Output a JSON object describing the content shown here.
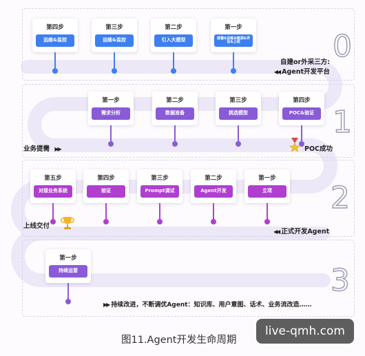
{
  "phase0": {
    "number": "0",
    "cards": [
      {
        "step": "第四步",
        "action": "运维&监控"
      },
      {
        "step": "第三步",
        "action": "运维&监控"
      },
      {
        "step": "第二步",
        "action": "引入大模型"
      },
      {
        "step": "第一步",
        "action": "部署&训练&微调&评估&上线"
      }
    ],
    "milestone_line1": "自建or外采三方:",
    "milestone_line2": "Agent开发平台"
  },
  "phase1": {
    "number": "1",
    "cards": [
      {
        "step": "第一步",
        "action": "需求分析"
      },
      {
        "step": "第二步",
        "action": "数据准备"
      },
      {
        "step": "第三步",
        "action": "挑选模型"
      },
      {
        "step": "第四步",
        "action": "POC&验证"
      }
    ],
    "start_label": "业务提需",
    "milestone": "POC成功"
  },
  "phase2": {
    "number": "2",
    "cards": [
      {
        "step": "第五步",
        "action": "对接业务系统"
      },
      {
        "step": "第四步",
        "action": "验证"
      },
      {
        "step": "第三步",
        "action": "Prompt调试"
      },
      {
        "step": "第二步",
        "action": "Agent开发"
      },
      {
        "step": "第一步",
        "action": "立项"
      }
    ],
    "start_label": "正式开发Agent",
    "milestone": "上线交付"
  },
  "phase3": {
    "number": "3",
    "cards": [
      {
        "step": "第一步",
        "action": "持续运营"
      }
    ],
    "footer": "持续改进，不断调优Agent：知识库、用户意图、话术、业务流改造……"
  },
  "caption": "图11.Agent开发生命周期",
  "watermark": "live-qmh.com",
  "colors": {
    "blue": "#3d7ff0",
    "purple": "#8a5ad8",
    "magenta": "#b03fd0",
    "road": "#ece8f7",
    "pin_red": "#d44a4a"
  },
  "icons": [
    "star-icon",
    "trophy-icon",
    "double-arrow-icon"
  ]
}
